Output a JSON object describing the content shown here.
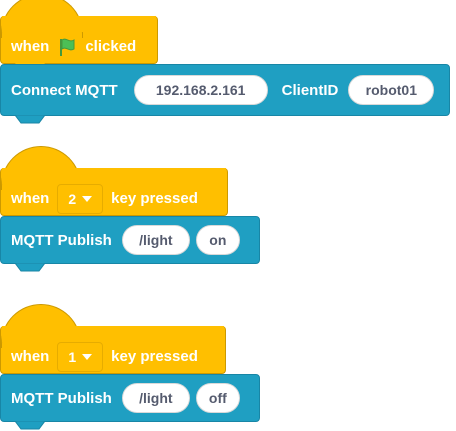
{
  "scripts": [
    {
      "hat": {
        "when": "when",
        "icon": "green-flag-icon",
        "clicked": "clicked"
      },
      "command": {
        "label": "Connect MQTT",
        "ip": "192.168.2.161",
        "client_label": "ClientID",
        "client_id": "robot01"
      }
    },
    {
      "hat": {
        "when": "when",
        "key": "2",
        "key_pressed": "key pressed"
      },
      "command": {
        "label": "MQTT Publish",
        "topic": "/light",
        "message": "on"
      }
    },
    {
      "hat": {
        "when": "when",
        "key": "1",
        "key_pressed": "key pressed"
      },
      "command": {
        "label": "MQTT Publish",
        "topic": "/light",
        "message": "off"
      }
    }
  ],
  "colors": {
    "events": "#ffbf00",
    "extension": "#1f9fc2"
  }
}
